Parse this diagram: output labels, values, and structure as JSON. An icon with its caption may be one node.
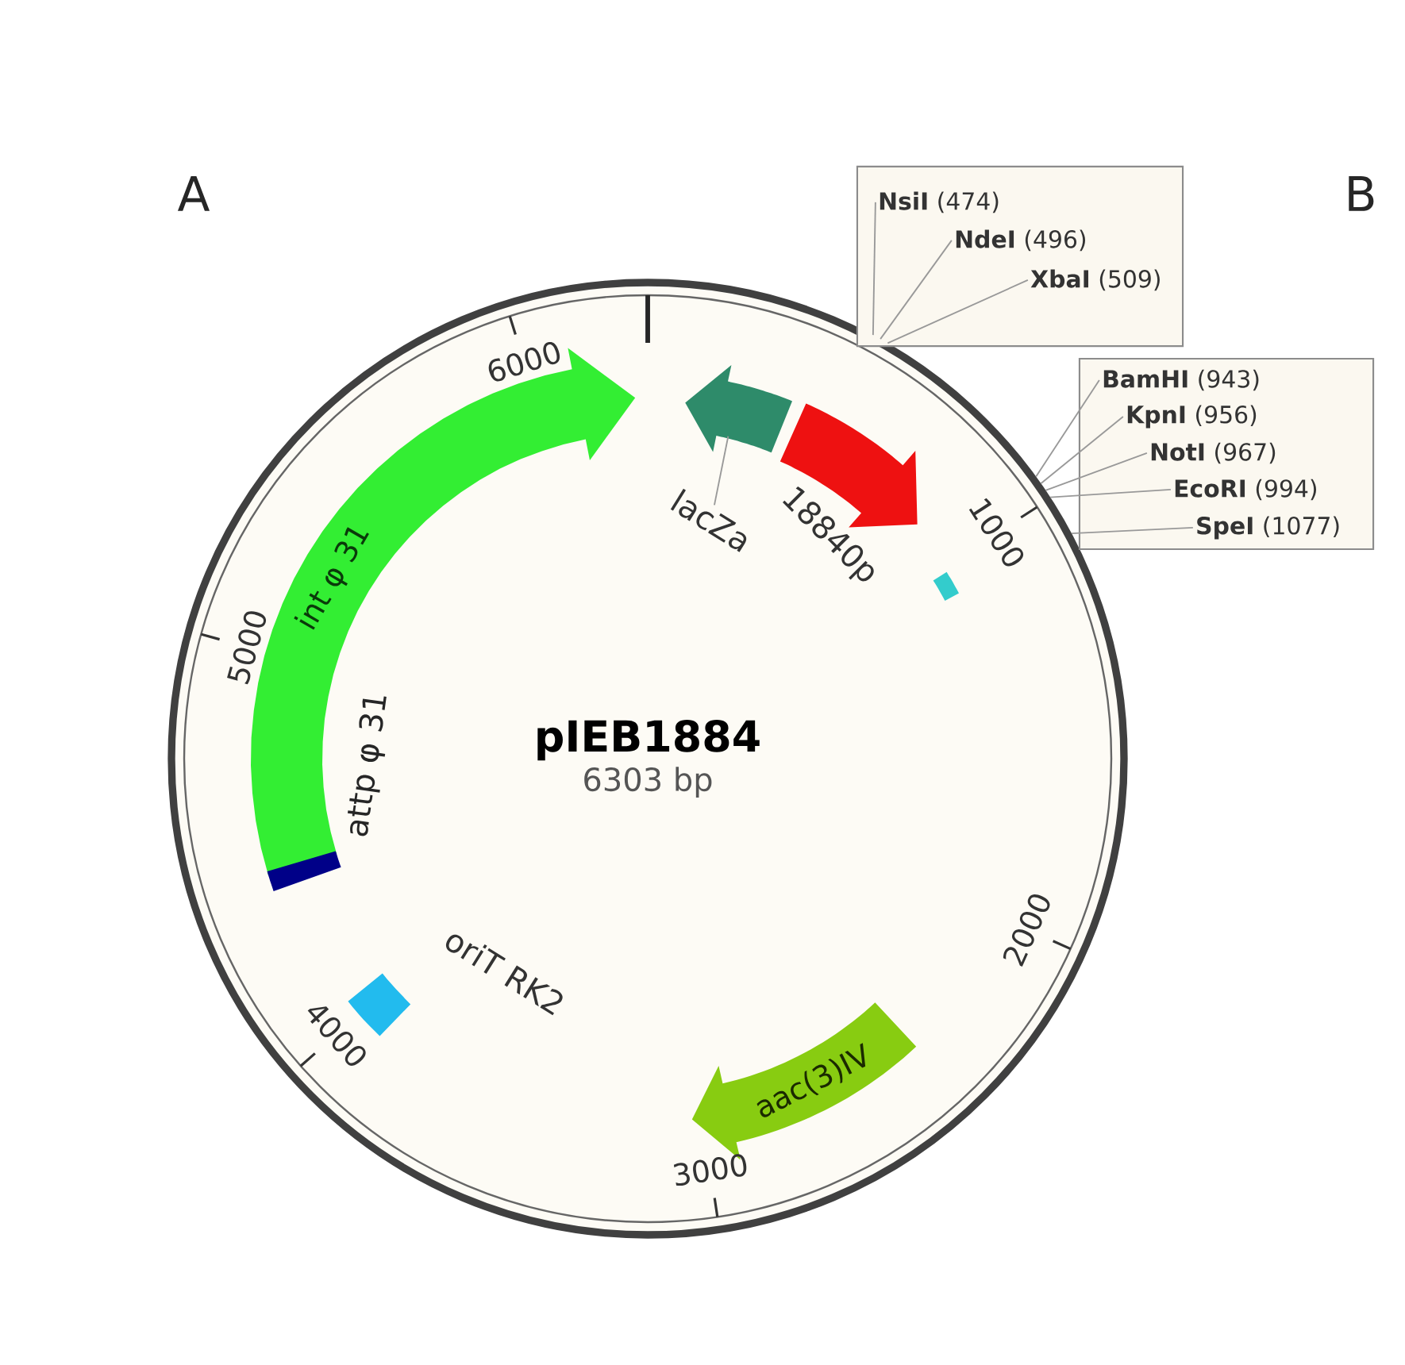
{
  "diagram": {
    "nodes": [
      {
        "text": [],
        "shape": "box"
      },
      {
        "text": [
          "**NsiI** (474)"
        ],
        "in": 0
      },
      {
        "text": [
          "**NdeI** (496)"
        ],
        "in": 0
      },
      {
        "text": [
          "**XbaI** (509)"
        ],
        "in": 0
      },
      {
        "text": [],
        "shape": "box"
      },
      {
        "text": [
          "**BamHI** (943)"
        ],
        "in": 4
      },
      {
        "text": [
          "**KpnI** (956)"
        ],
        "in": 4
      },
      {
        "text": [
          "**NotI** (967)"
        ],
        "in": 4
      },
      {
        "text": [
          "**EcoRI** (994)"
        ],
        "in": 4
      },
      {
        "text": [
          "**SpeI** (1077)"
        ],
        "in": 4
      },
      {
        "text": [
          "pIEB1884",
          "6303 bp"
        ]
      },
      {
        "text": [
          "int φ 31"
        ],
        "in": 10
      },
      {
        "text": [],
        "shape": "arrow",
        "in": 10
      },
      {
        "text": [],
        "shape": "arrow",
        "beside": [
          "18840p"
        ],
        "in": 10
      },
      {
        "text": [],
        "shape": "box",
        "in": 10
      },
      {
        "text": [],
        "shape": "bar",
        "in": 10
      },
      {
        "text": [],
        "shape": "box",
        "beside": [
          "oriT RK2"
        ],
        "in": 10
      },
      {
        "text": [
          "aac(3)IV"
        ],
        "in": 10
      },
      {
        "text": [
          "lacZa"
        ],
        "in": 10
      }
    ],
    "edges": [
      {
        "from": 1,
        "to": 10,
        "arrow": "none"
      },
      {
        "from": 2,
        "to": 10,
        "arrow": "none"
      },
      {
        "from": 3,
        "to": 10,
        "arrow": "none"
      },
      {
        "from": 5,
        "to": 10,
        "arrow": "none"
      },
      {
        "from": 6,
        "to": 10,
        "arrow": "none"
      },
      {
        "from": 7,
        "to": 10,
        "arrow": "none"
      },
      {
        "from": 8,
        "to": 10,
        "arrow": "none"
      },
      {
        "from": 9,
        "to": 10,
        "arrow": "none"
      },
      {
        "from": 18,
        "to": 12,
        "arrow": "none"
      }
    ],
    "labels": [
      "A",
      "B",
      "6000",
      "1000",
      "5000",
      "2000",
      "attp φ 31",
      "4000",
      "3000"
    ]
  }
}
